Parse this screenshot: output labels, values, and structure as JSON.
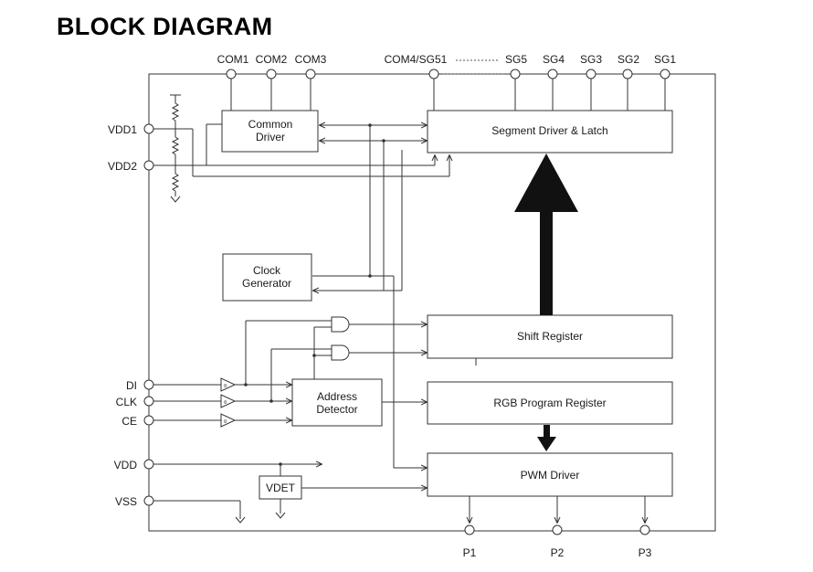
{
  "title": "BLOCK DIAGRAM",
  "top_pins": [
    "COM1",
    "COM2",
    "COM3",
    "COM4/SG51",
    "SG5",
    "SG4",
    "SG3",
    "SG2",
    "SG1"
  ],
  "left_pins": [
    "VDD1",
    "VDD2",
    "DI",
    "CLK",
    "CE",
    "VDD",
    "VSS"
  ],
  "bottom_pins": [
    "P1",
    "P2",
    "P3"
  ],
  "blocks": {
    "common_driver": [
      "Common",
      "Driver"
    ],
    "segment_driver": "Segment Driver & Latch",
    "clock_generator": [
      "Clock",
      "Generator"
    ],
    "shift_register": "Shift Register",
    "address_detector": [
      "Address",
      "Detector"
    ],
    "rgb_program_register": "RGB Program Register",
    "pwm_driver": "PWM Driver",
    "vdet": "VDET"
  }
}
